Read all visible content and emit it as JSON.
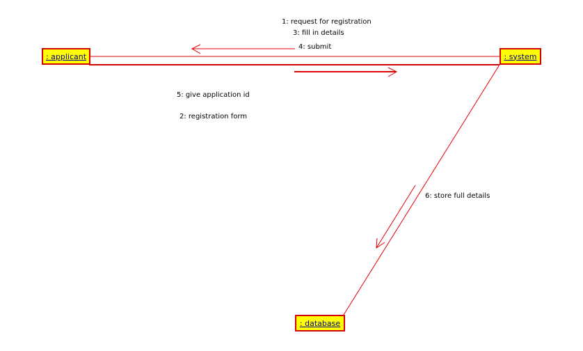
{
  "colors": {
    "link": "#d40000",
    "arrow": "#e00000",
    "box_fill": "#ffff00",
    "box_border": "#d40000",
    "box_text": "#000080"
  },
  "objects": {
    "applicant": ": applicant",
    "system": ": system",
    "database": ": database"
  },
  "messages": {
    "m1": "1:  request for registration",
    "m3": "3:  fill in details",
    "m4": "4:  submit",
    "m5": "5:  give application id",
    "m2": "2:  registration form",
    "m6": "6:  store full details"
  }
}
